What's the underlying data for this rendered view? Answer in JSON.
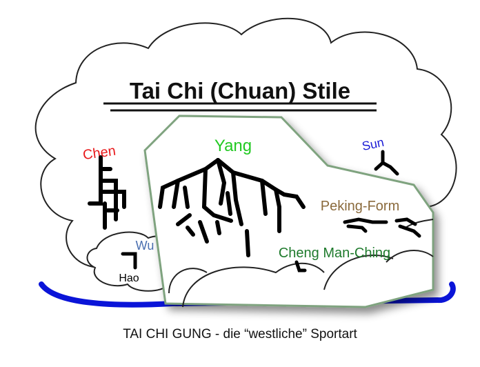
{
  "title": "Tai Chi (Chuan) Stile",
  "footer": "TAI CHI GUNG - die “westliche” Sportart",
  "styles": {
    "chen": "Chen",
    "yang": "Yang",
    "sun": "Sun",
    "wu": "Wu",
    "hao": "Hao",
    "peking": "Peking-Form",
    "cheng": "Cheng Man-Ching"
  },
  "colors": {
    "chen": "#e8191b",
    "yang": "#22c922",
    "sun": "#1b1bd6",
    "wu": "#4a6fb0",
    "hao": "#000000",
    "peking": "#8a6a3c",
    "cheng": "#1e7a2c",
    "highlight_border": "#7fa37f",
    "blue_arc": "#0a14d8"
  }
}
